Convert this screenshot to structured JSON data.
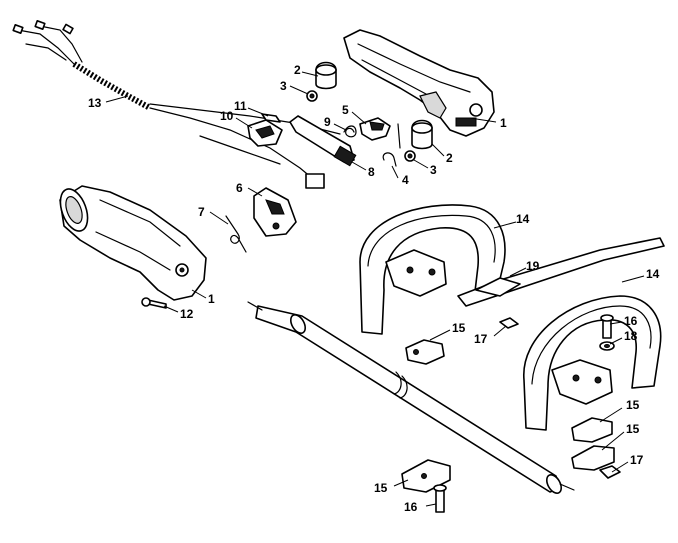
{
  "callouts": [
    {
      "text": "1"
    },
    {
      "text": "2"
    },
    {
      "text": "3"
    },
    {
      "text": "5"
    },
    {
      "text": "9"
    },
    {
      "text": "11"
    },
    {
      "text": "10"
    },
    {
      "text": "13"
    },
    {
      "text": "2"
    },
    {
      "text": "3"
    },
    {
      "text": "4"
    },
    {
      "text": "8"
    },
    {
      "text": "6"
    },
    {
      "text": "7"
    },
    {
      "text": "1"
    },
    {
      "text": "12"
    },
    {
      "text": "14"
    },
    {
      "text": "19"
    },
    {
      "text": "14"
    },
    {
      "text": "15"
    },
    {
      "text": "17"
    },
    {
      "text": "16"
    },
    {
      "text": "18"
    },
    {
      "text": "15"
    },
    {
      "text": "15"
    },
    {
      "text": "17"
    },
    {
      "text": "15"
    },
    {
      "text": "16"
    }
  ]
}
